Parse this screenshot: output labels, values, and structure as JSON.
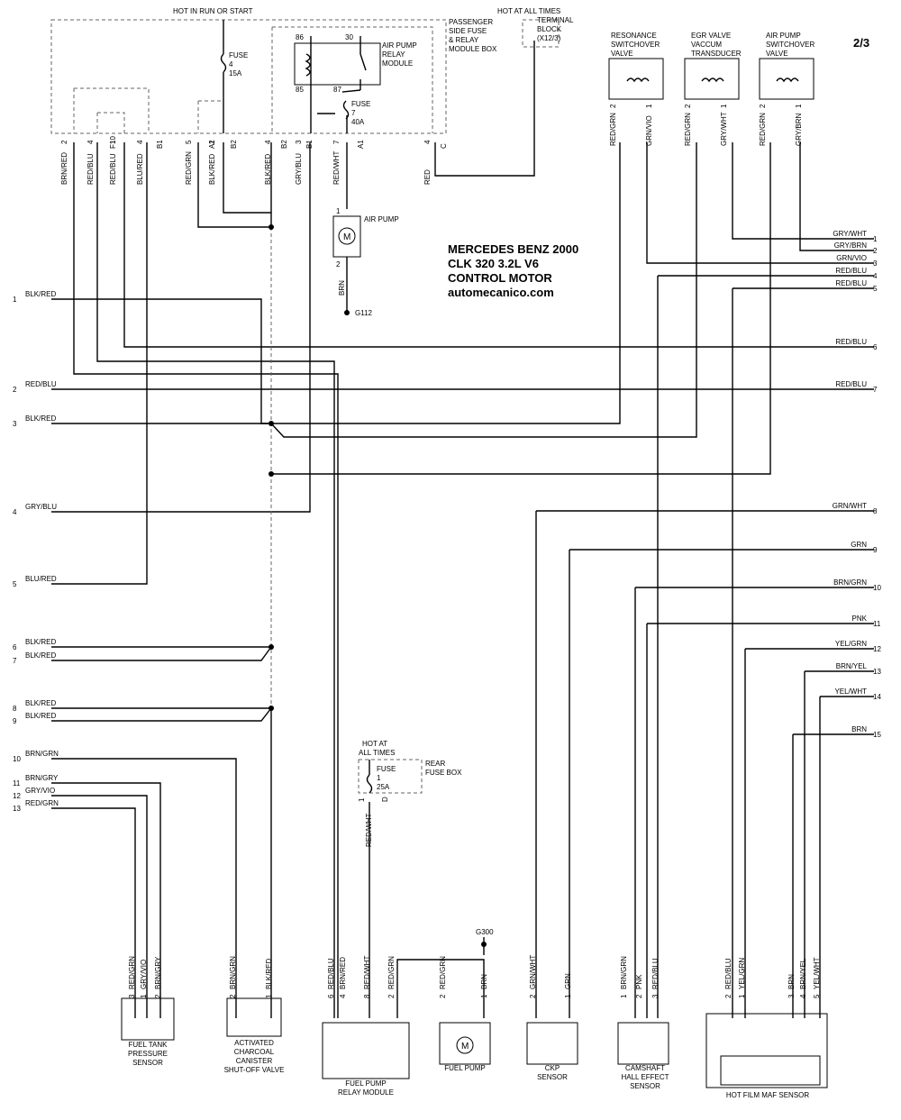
{
  "page_number": "2/3",
  "title": {
    "line1": "MERCEDES BENZ 2000",
    "line2": "CLK 320  3.2L V6",
    "line3": "CONTROL MOTOR",
    "line4": "automecanico.com"
  },
  "top_labels": {
    "hot_run_start": "HOT IN RUN OR START",
    "hot_all_times": "HOT AT ALL TIMES",
    "terminal_block": [
      "TERMINAL",
      "BLOCK",
      "(X12/3)"
    ],
    "fuse_box": [
      "PASSENGER",
      "SIDE FUSE",
      "& RELAY",
      "MODULE BOX"
    ],
    "relay_module": [
      "AIR PUMP",
      "RELAY",
      "MODULE"
    ],
    "relay_pins": [
      "86",
      "30",
      "85",
      "87"
    ],
    "fuse4": [
      "FUSE",
      "4",
      "15A"
    ],
    "fuse7": [
      "FUSE",
      "7",
      "40A"
    ]
  },
  "connector_top": [
    {
      "pin": "2",
      "conn": "",
      "wire": "BRN/RED"
    },
    {
      "pin": "4",
      "conn": "",
      "wire": "RED/BLU"
    },
    {
      "pin": "10",
      "conn": "F1",
      "wire": "RED/BLU"
    },
    {
      "pin": "4",
      "conn": "",
      "wire": "BLU/RED"
    },
    {
      "pin": "",
      "conn": "B1",
      "wire": ""
    },
    {
      "pin": "5",
      "conn": "",
      "wire": "RED/GRN"
    },
    {
      "pin": "2",
      "conn": "A1",
      "wire": "BLK/RED"
    },
    {
      "pin": "",
      "conn": "B2",
      "wire": ""
    },
    {
      "pin": "4",
      "conn": "",
      "wire": "BLK/RED"
    },
    {
      "pin": "",
      "conn": "B2",
      "wire": ""
    },
    {
      "pin": "3",
      "conn": "",
      "wire": "GRY/BLU"
    },
    {
      "pin": "",
      "conn": "B1",
      "wire": ""
    },
    {
      "pin": "7",
      "conn": "",
      "wire": "RED/WHT"
    },
    {
      "pin": "",
      "conn": "A1",
      "wire": ""
    },
    {
      "pin": "4",
      "conn": "",
      "wire": "RED"
    },
    {
      "pin": "",
      "conn": "C",
      "wire": ""
    }
  ],
  "air_pump": {
    "label": "AIR PUMP",
    "pin1": "1",
    "pin2": "2",
    "wire": "BRN",
    "ground": "G112"
  },
  "valves": [
    {
      "name": [
        "RESONANCE",
        "SWITCHOVER",
        "VALVE"
      ],
      "pins": [
        "2",
        "1"
      ],
      "wires": [
        "RED/GRN",
        "GRN/VIO"
      ]
    },
    {
      "name": [
        "EGR VALVE",
        "VACCUM",
        "TRANSDUCER"
      ],
      "pins": [
        "2",
        "1"
      ],
      "wires": [
        "RED/GRN",
        "GRY/WHT"
      ]
    },
    {
      "name": [
        "AIR PUMP",
        "SWITCHOVER",
        "VALVE"
      ],
      "pins": [
        "2",
        "1"
      ],
      "wires": [
        "RED/GRN",
        "GRY/BRN"
      ]
    }
  ],
  "left_connectors": [
    {
      "num": "1",
      "wire": "BLK/RED"
    },
    {
      "num": "2",
      "wire": "RED/BLU"
    },
    {
      "num": "3",
      "wire": "BLK/RED"
    },
    {
      "num": "4",
      "wire": "GRY/BLU"
    },
    {
      "num": "5",
      "wire": "BLU/RED"
    },
    {
      "num": "6",
      "wire": "BLK/RED"
    },
    {
      "num": "7",
      "wire": "BLK/RED"
    },
    {
      "num": "8",
      "wire": "BLK/RED"
    },
    {
      "num": "9",
      "wire": "BLK/RED"
    },
    {
      "num": "10",
      "wire": "BRN/GRN"
    },
    {
      "num": "11",
      "wire": "BRN/GRY"
    },
    {
      "num": "12",
      "wire": "GRY/VIO"
    },
    {
      "num": "13",
      "wire": "RED/GRN"
    }
  ],
  "right_connectors": [
    {
      "num": "1",
      "wire": "GRY/WHT"
    },
    {
      "num": "2",
      "wire": "GRY/BRN"
    },
    {
      "num": "3",
      "wire": "GRN/VIO"
    },
    {
      "num": "4",
      "wire": "RED/BLU"
    },
    {
      "num": "5",
      "wire": "RED/BLU"
    },
    {
      "num": "6",
      "wire": "RED/BLU"
    },
    {
      "num": "7",
      "wire": "RED/BLU"
    },
    {
      "num": "8",
      "wire": "GRN/WHT"
    },
    {
      "num": "9",
      "wire": "GRN"
    },
    {
      "num": "10",
      "wire": "BRN/GRN"
    },
    {
      "num": "11",
      "wire": "PNK"
    },
    {
      "num": "12",
      "wire": "YEL/GRN"
    },
    {
      "num": "13",
      "wire": "BRN/YEL"
    },
    {
      "num": "14",
      "wire": "YEL/WHT"
    },
    {
      "num": "15",
      "wire": "BRN"
    }
  ],
  "rear_fuse": {
    "hot": [
      "HOT AT",
      "ALL TIMES"
    ],
    "box": [
      "REAR",
      "FUSE BOX"
    ],
    "fuse": [
      "FUSE",
      "1",
      "25A"
    ],
    "pins": [
      "1",
      "D"
    ],
    "wire": "RED/WHT"
  },
  "g300": "G300",
  "bottom_components": [
    {
      "name": [
        "FUEL TANK",
        "PRESSURE",
        "SENSOR"
      ],
      "pins": [
        {
          "pin": "3",
          "wire": "RED/GRN"
        },
        {
          "pin": "1",
          "wire": "GRY/VIO"
        },
        {
          "pin": "2",
          "wire": "BRN/GRY"
        }
      ]
    },
    {
      "name": [
        "ACTIVATED",
        "CHARCOAL",
        "CANISTER",
        "SHUT-OFF VALVE"
      ],
      "pins": [
        {
          "pin": "2",
          "wire": "BRN/GRN"
        },
        {
          "pin": "1",
          "wire": "BLK/RED"
        }
      ]
    },
    {
      "name": [
        "FUEL PUMP",
        "RELAY MODULE"
      ],
      "pins": [
        {
          "pin": "6",
          "wire": "RED/BLU"
        },
        {
          "pin": "4",
          "wire": "BRN/RED"
        },
        {
          "pin": "8",
          "wire": "RED/WHT"
        },
        {
          "pin": "2",
          "wire": "RED/GRN"
        }
      ]
    },
    {
      "name": [
        "FUEL PUMP"
      ],
      "pins": [
        {
          "pin": "2",
          "wire": "RED/GRN"
        },
        {
          "pin": "1",
          "wire": "BRN"
        }
      ]
    },
    {
      "name": [
        "CKP",
        "SENSOR"
      ],
      "pins": [
        {
          "pin": "2",
          "wire": "GRN/WHT"
        },
        {
          "pin": "1",
          "wire": "GRN"
        }
      ]
    },
    {
      "name": [
        "CAMSHAFT",
        "HALL EFFECT",
        "SENSOR"
      ],
      "pins": [
        {
          "pin": "1",
          "wire": "BRN/GRN"
        },
        {
          "pin": "2",
          "wire": "PNK"
        },
        {
          "pin": "3",
          "wire": "RED/BLU"
        }
      ]
    },
    {
      "name": [
        "HOT FILM MAF SENSOR"
      ],
      "pins": [
        {
          "pin": "2",
          "wire": "RED/BLU"
        },
        {
          "pin": "1",
          "wire": "YEL/GRN"
        },
        {
          "pin": "3",
          "wire": "BRN"
        },
        {
          "pin": "4",
          "wire": "BRN/YEL"
        },
        {
          "pin": "5",
          "wire": "YEL/WHT"
        }
      ]
    }
  ]
}
